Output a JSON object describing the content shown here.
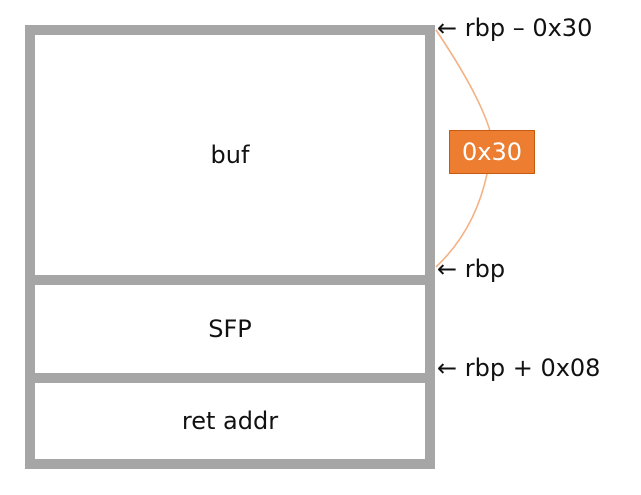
{
  "stack": {
    "regions": [
      {
        "label": "buf"
      },
      {
        "label": "SFP"
      },
      {
        "label": "ret addr"
      }
    ]
  },
  "pointers": [
    {
      "label": "← rbp – 0x30"
    },
    {
      "label": "← rbp"
    },
    {
      "label": "← rbp + 0x08"
    }
  ],
  "buffer_size": {
    "label": "0x30",
    "color": "#ed7d31"
  },
  "colors": {
    "frame": "#a6a6a6",
    "brace": "#f4b183"
  }
}
